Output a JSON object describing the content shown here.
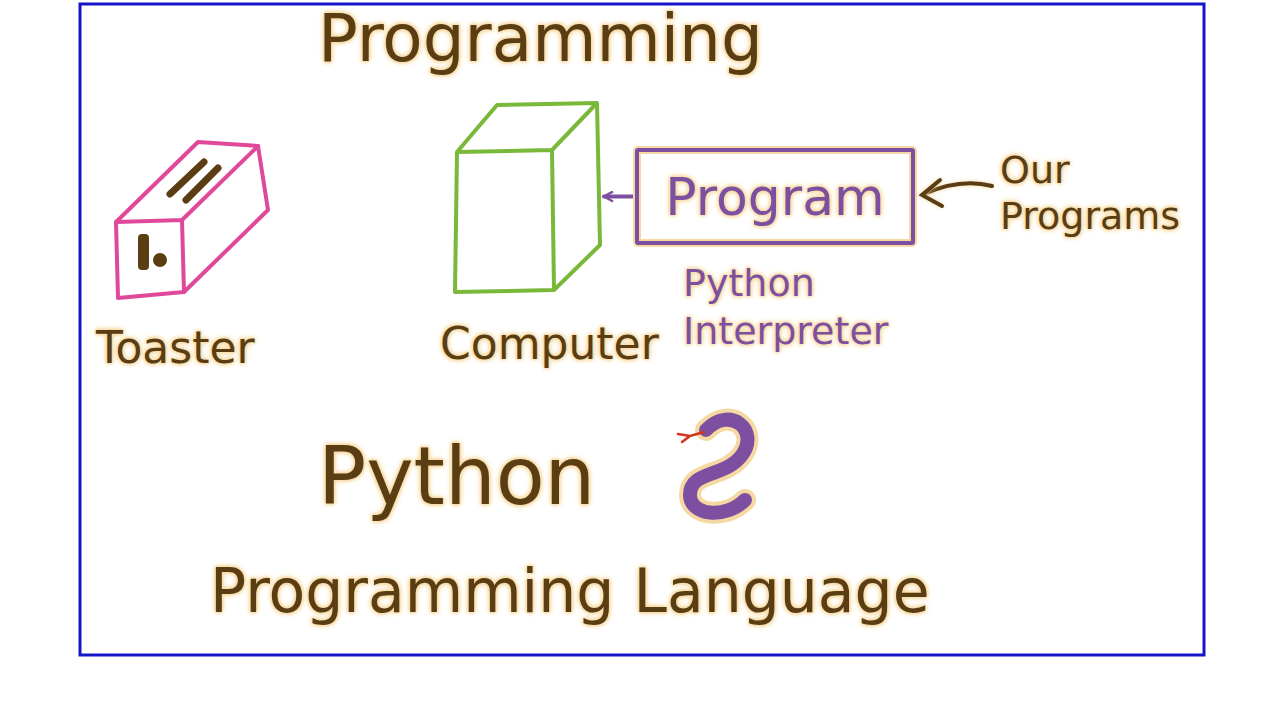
{
  "diagram": {
    "title": "Programming",
    "nodes": [
      {
        "text": [
          "Toaster"
        ]
      },
      {
        "text": [
          "Computer"
        ]
      },
      {
        "text": [
          "Program",
          "Python Interpreter"
        ]
      }
    ],
    "edges": [
      {
        "from": 2,
        "to": 1,
        "arrow": "to"
      }
    ],
    "labels": [
      "Our Programs",
      "Python",
      "Programming Language"
    ]
  }
}
